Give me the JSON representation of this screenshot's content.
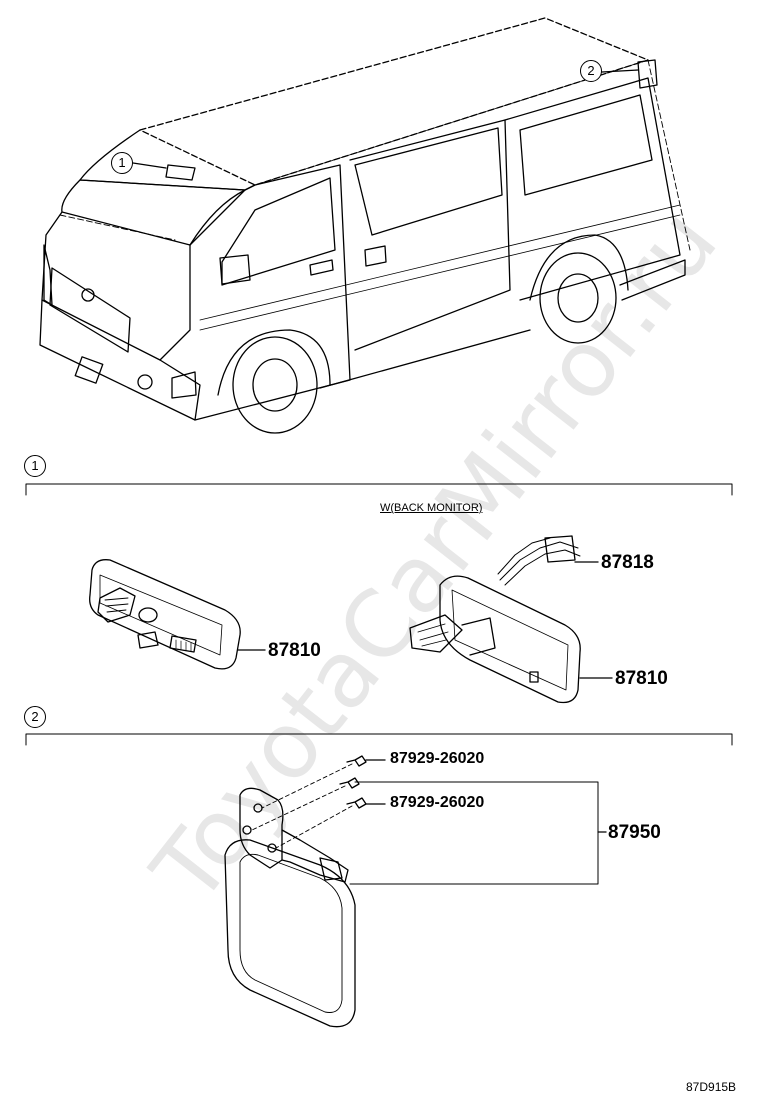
{
  "diagram": {
    "watermark": "ToyotaCarMirror.ru",
    "callouts": {
      "one": "1",
      "two": "2"
    },
    "sections": [
      {
        "number": "1"
      },
      {
        "number": "2"
      }
    ],
    "option_label": "W(BACK MONITOR)",
    "parts": {
      "p87818": "87818",
      "p87810_left": "87810",
      "p87810_right": "87810",
      "p87929_top": "87929-26020",
      "p87929_bottom": "87929-26020",
      "p87950": "87950"
    },
    "diagram_code": "87D915B"
  }
}
